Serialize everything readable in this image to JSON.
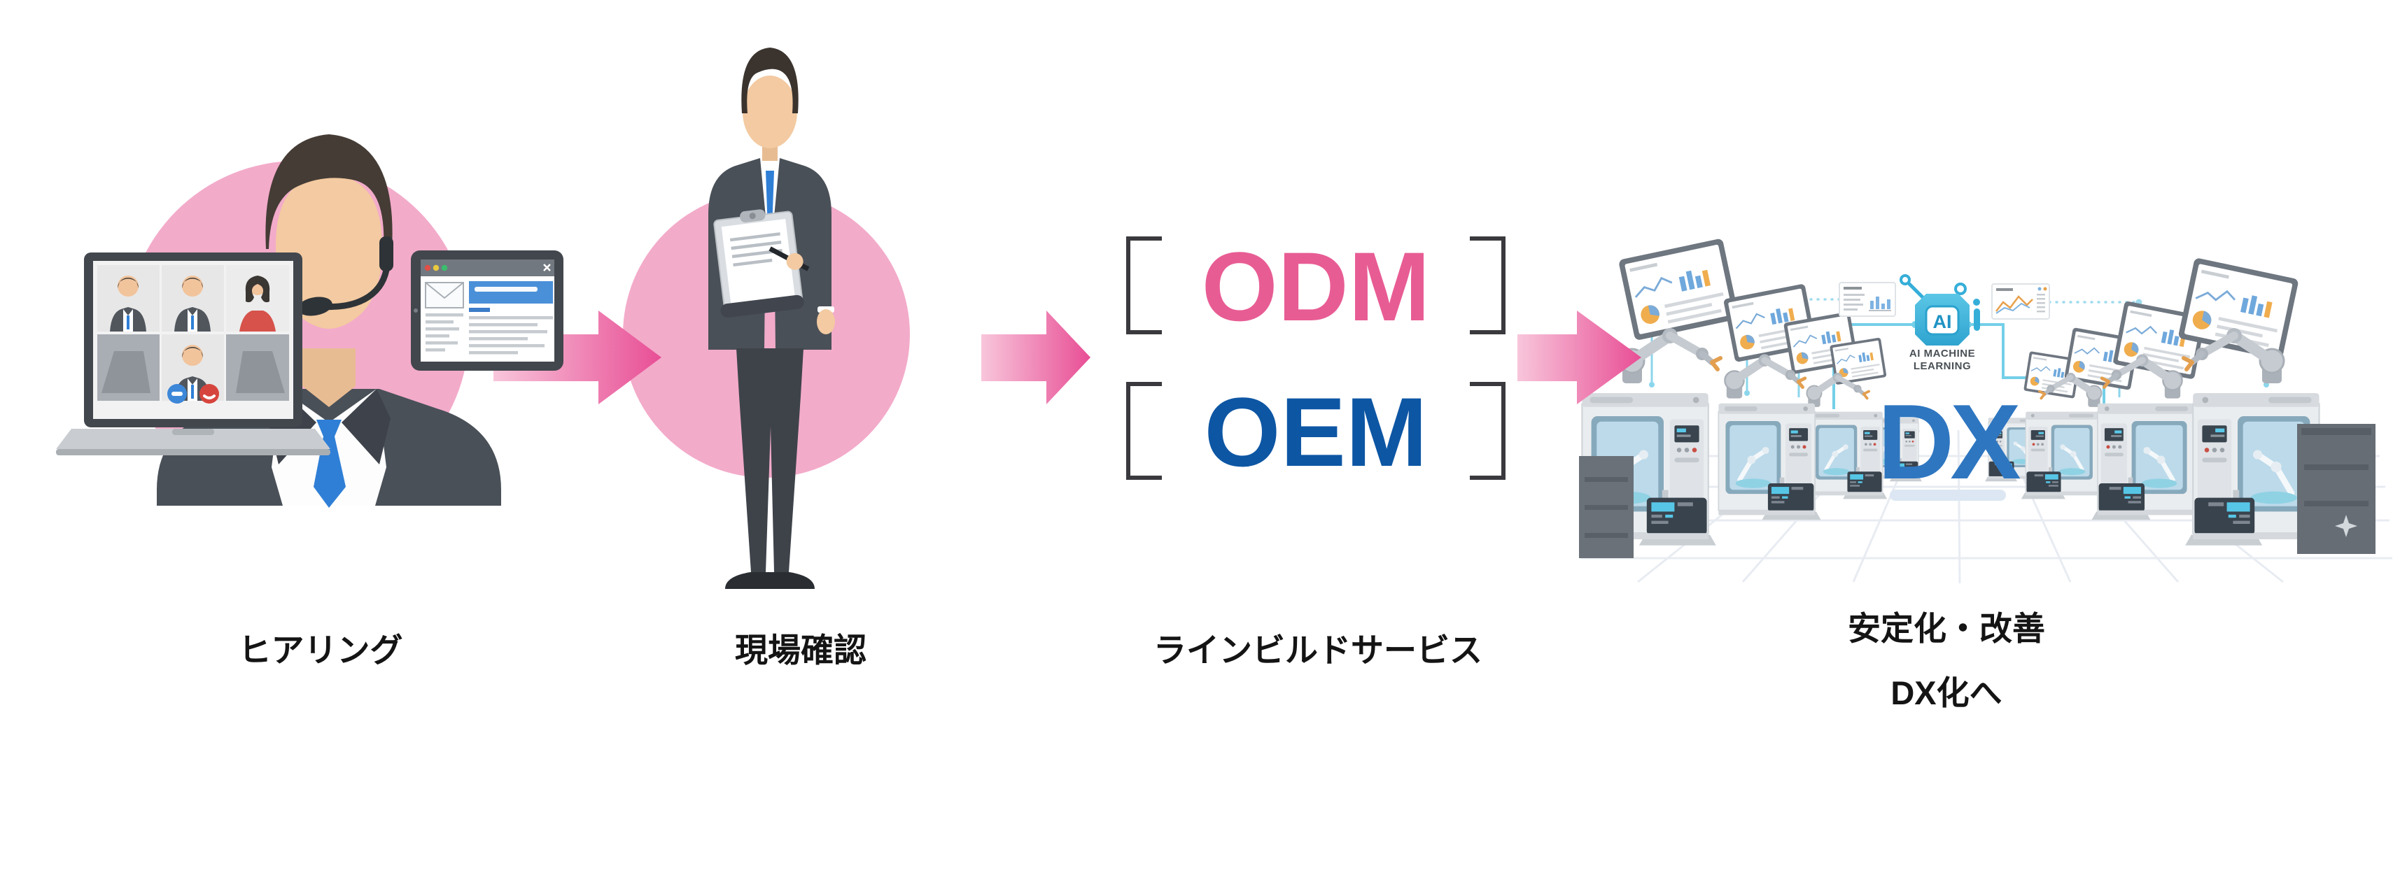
{
  "figure": {
    "description": "Process flow diagram: hearing, on-site check, ODM/OEM line build service, stabilization and DX",
    "steps": [
      {
        "id": "hearing",
        "label": "ヒアリング"
      },
      {
        "id": "site-check",
        "label": "現場確認"
      },
      {
        "id": "line-build-service",
        "label": "ラインビルドサービス",
        "badges": [
          {
            "text": "ODM",
            "color": "#E85C94"
          },
          {
            "text": "OEM",
            "color": "#0D56A4"
          }
        ]
      },
      {
        "id": "stabilization-dx",
        "label_line1": "安定化・改善",
        "label_line2": "DX化へ",
        "overlay_text": "DX",
        "overlay_color": "#2E76C0",
        "ai_icon": {
          "chip_label": "AI",
          "caption_line1": "AI MACHINE",
          "caption_line2": "LEARNING"
        }
      }
    ],
    "colors": {
      "background": "#FFFFFF",
      "circle_pink": "#F3ABCA",
      "arrow_gradient_start": "#F8C6DB",
      "arrow_gradient_end": "#E84E95",
      "bracket": "#3A3A3E",
      "label_text": "#141414",
      "ai_cyan": "#3FB6DC",
      "connector_cyan": "#74CFE8",
      "suit_gray": "#4A5058",
      "tie_blue": "#2F7FD6",
      "dx_blue": "#2E76C0"
    }
  }
}
